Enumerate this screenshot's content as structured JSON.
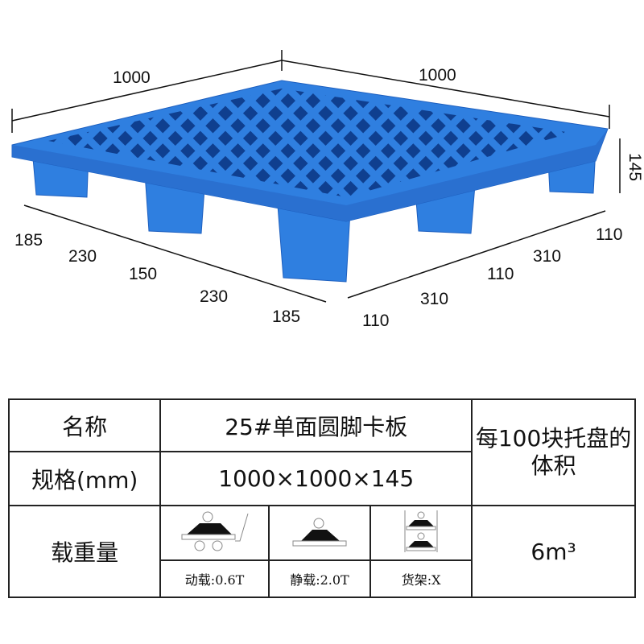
{
  "dimensions": {
    "top_left_length": "1000",
    "top_right_length": "1000",
    "height": "145",
    "front_segments": [
      "185",
      "230",
      "150",
      "230",
      "185"
    ],
    "side_segments": [
      "110",
      "310",
      "110",
      "310",
      "110"
    ]
  },
  "colors": {
    "pallet": "#2f7fe0",
    "pallet_dark": "#1d5fbf"
  },
  "table": {
    "name_label": "名称",
    "name_value": "25#单面圆脚卡板",
    "spec_label": "规格(mm)",
    "spec_value": "1000×1000×145",
    "volume_label": "每100块托盘的体积",
    "load_label": "载重量",
    "volume_value": "6m³",
    "loads": [
      {
        "icon": "dynamic-load-icon",
        "label": "动载:0.6T"
      },
      {
        "icon": "static-load-icon",
        "label": "静载:2.0T"
      },
      {
        "icon": "rack-load-icon",
        "label": "货架:X"
      }
    ]
  }
}
